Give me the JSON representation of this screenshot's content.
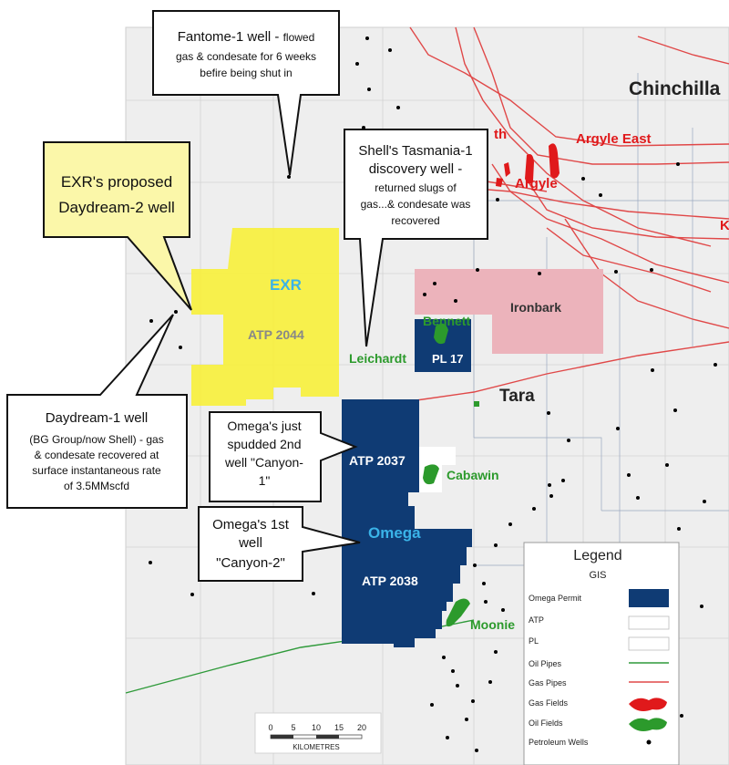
{
  "map": {
    "towns": {
      "chinchilla": "Chinchilla",
      "tara": "Tara"
    },
    "gas_fields": {
      "argyle_east": "Argyle East",
      "argyle": "Argyle",
      "partial_south": "th",
      "partial_east": "K"
    },
    "permits": {
      "exr": "EXR",
      "atp_2044": "ATP 2044",
      "omega": "Omega",
      "atp_2037": "ATP 2037",
      "atp_2038": "ATP 2038",
      "pl_17": "PL 17",
      "ironbark": "Ironbark"
    },
    "fields": {
      "bennett": "Bennett",
      "leichardt": "Leichardt",
      "cabawin": "Cabawin",
      "moonie": "Moonie"
    }
  },
  "callouts": {
    "fantome": {
      "title": "Fantome-1 well",
      "sep": " - ",
      "line1": "flowed",
      "line2": "gas & condesate for 6 weeks",
      "line3": "befire being shut in"
    },
    "exr_proposed": {
      "line1": "EXR's proposed",
      "line2": "Daydream-2 well"
    },
    "tasmania": {
      "line1": "Shell's Tasmania-1",
      "line2": "discovery well",
      "dash": " -",
      "line3": "returned slugs of",
      "line4": "gas...& condesate was",
      "line5": "recovered"
    },
    "daydream1": {
      "line1": "Daydream-1 well",
      "line2": "(BG Group/now Shell) - gas",
      "line3": "& condesate recovered at",
      "line4": "surface instantaneous rate",
      "line5": "of 3.5MMscfd"
    },
    "canyon1": {
      "line1": "Omega's just",
      "line2": "spudded 2nd",
      "line3": "well \"Canyon-",
      "line4": "1\""
    },
    "canyon2": {
      "line1": "Omega's 1st",
      "line2": "well",
      "line3": "\"Canyon-2\""
    }
  },
  "legend": {
    "title": "Legend",
    "subtitle": "GIS",
    "items": [
      {
        "label": "Omega Permit",
        "color": "#0f3b74"
      },
      {
        "label": "ATP",
        "color": "#ffffff"
      },
      {
        "label": "PL",
        "color": "#ffffff"
      },
      {
        "label": "Oil Pipes",
        "color": "#2f9a3a"
      },
      {
        "label": "Gas Pipes",
        "color": "#e04848"
      },
      {
        "label": "Gas Fields",
        "color": "#e0191b"
      },
      {
        "label": "Oil Fields",
        "color": "#2c9a2c"
      },
      {
        "label": "Petroleum Wells",
        "color": "#000000"
      }
    ]
  },
  "scale": {
    "ticks": [
      "0",
      "5",
      "10",
      "15",
      "20"
    ],
    "unit": "KILOMETRES"
  },
  "colors": {
    "omega_blue": "#0f3b74",
    "exr_yellow": "#f7f03a",
    "ironbark_pink": "#ecb3bb",
    "gas_red": "#e0191b",
    "oil_green": "#2c9a2c",
    "callout_yellow": "#fbf7a9"
  }
}
